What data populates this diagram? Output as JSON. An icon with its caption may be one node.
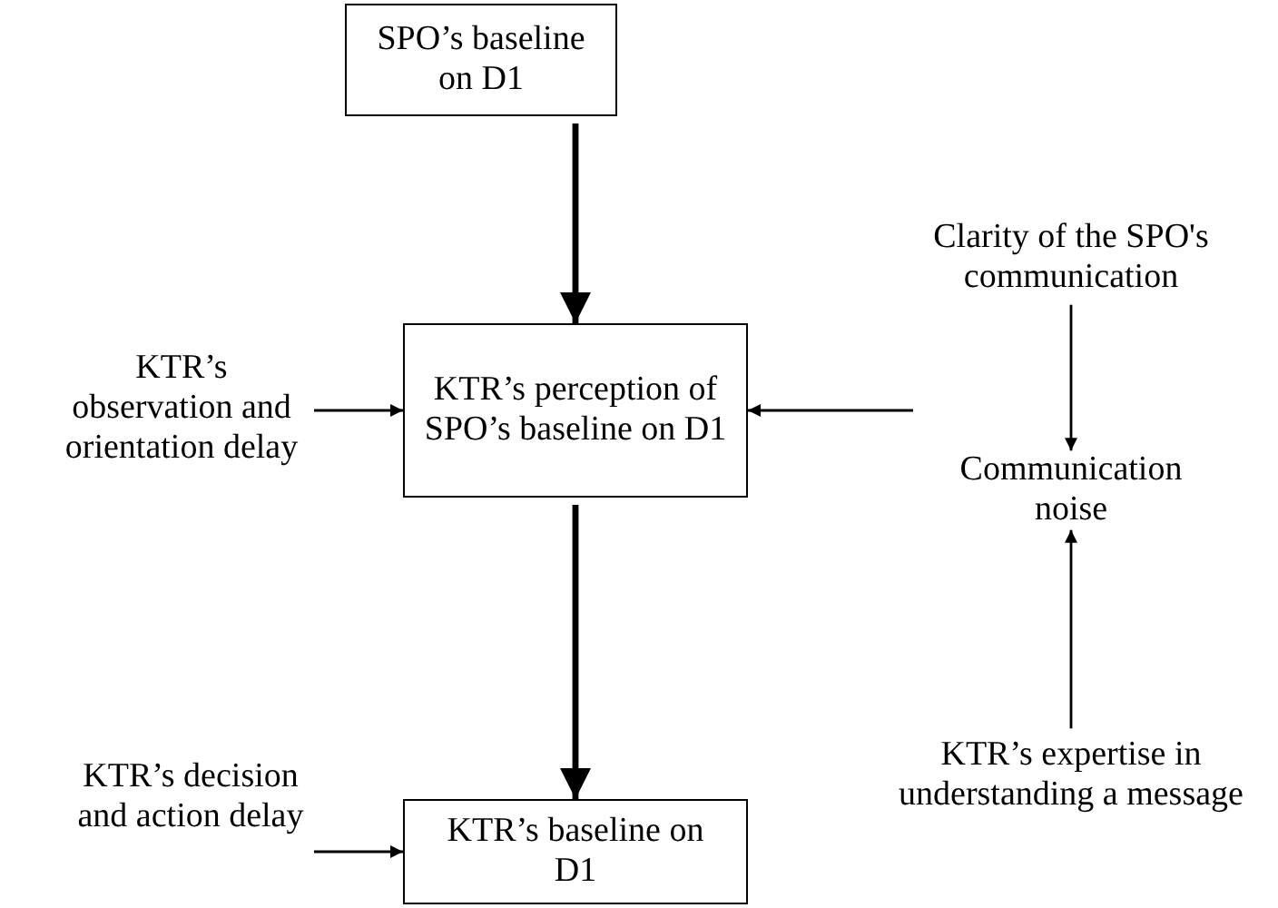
{
  "diagram": {
    "nodes": [
      {
        "text": [
          "SPO’s baseline on D1"
        ]
      },
      {
        "text": [
          "KTR’s perception of SPO’s baseline on D1"
        ]
      },
      {
        "text": [
          "KTR’s baseline on D1"
        ]
      },
      {
        "text": [
          "KTR’s observation and orientation delay"
        ]
      },
      {
        "text": [
          "Clarity of the SPO's communication"
        ]
      },
      {
        "text": [
          "Communication noise"
        ]
      },
      {
        "text": [
          "KTR’s expertise in understanding a message"
        ]
      },
      {
        "text": [
          "KTR’s decision and action delay"
        ]
      }
    ],
    "edges": [
      {
        "from": 0,
        "to": 1,
        "arrow": "to",
        "style": "thick"
      },
      {
        "from": 1,
        "to": 2,
        "arrow": "to",
        "style": "thick"
      },
      {
        "from": 3,
        "to": 1,
        "arrow": "to"
      },
      {
        "from": 4,
        "to": 5,
        "arrow": "to"
      },
      {
        "from": 6,
        "to": 5,
        "arrow": "to"
      },
      {
        "from": 5,
        "to": 1,
        "arrow": "to"
      },
      {
        "from": 7,
        "to": 2,
        "arrow": "to"
      }
    ]
  }
}
